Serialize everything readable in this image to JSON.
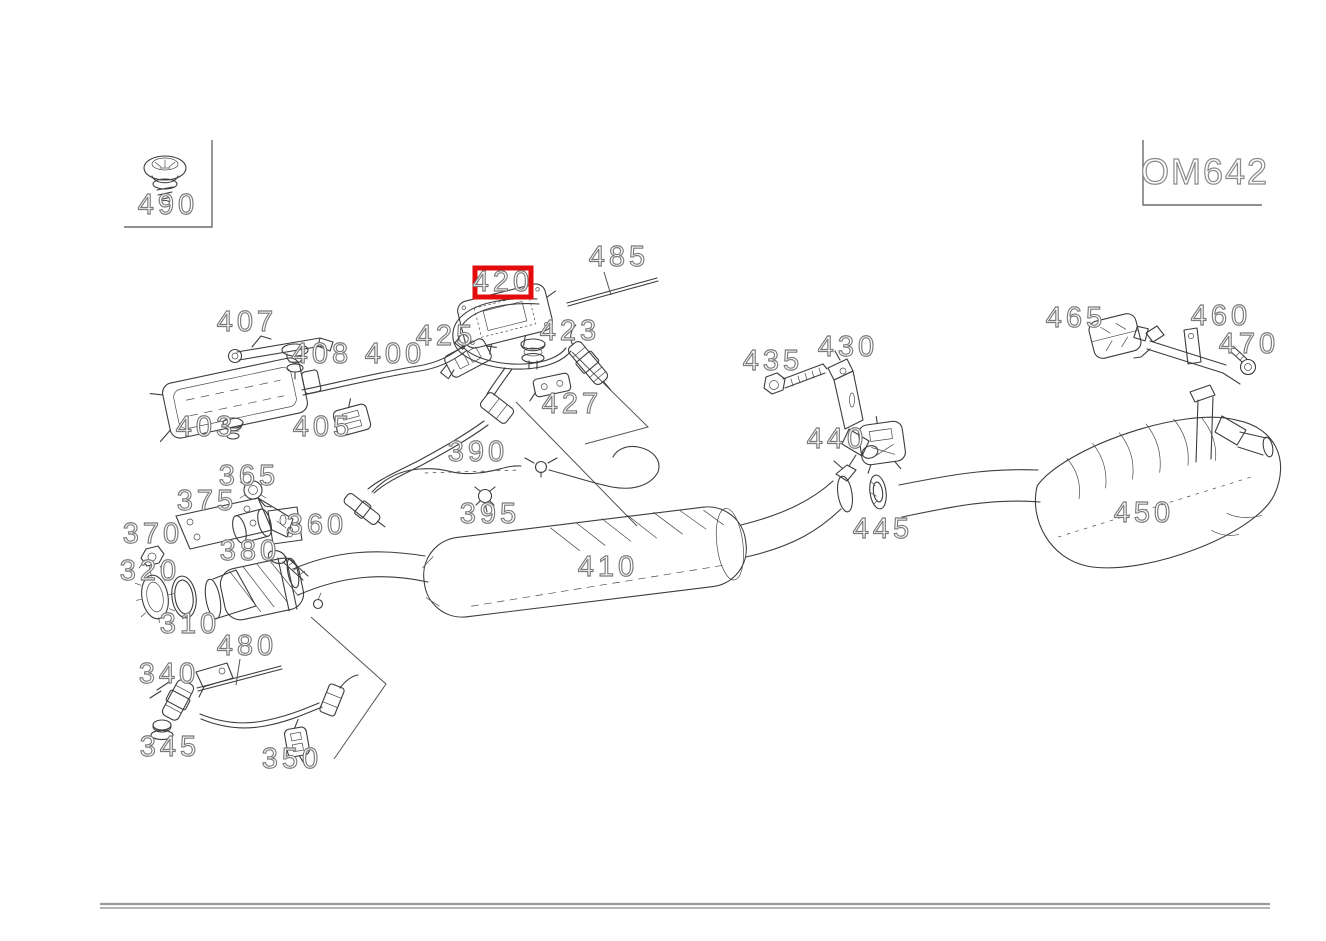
{
  "title_block": {
    "engine_code": "OM642"
  },
  "selection": {
    "selected_part": "420",
    "box_color": "#e30b0b"
  },
  "labels": {
    "p310": "310",
    "p320": "320",
    "p340": "340",
    "p345": "345",
    "p350": "350",
    "p360": "360",
    "p365": "365",
    "p370": "370",
    "p375": "375",
    "p380": "380",
    "p390": "390",
    "p395": "395",
    "p400": "400",
    "p403": "403",
    "p405": "405",
    "p407": "407",
    "p408": "408",
    "p410": "410",
    "p420": "420",
    "p423": "423",
    "p425": "425",
    "p427": "427",
    "p430": "430",
    "p435": "435",
    "p440": "440",
    "p445": "445",
    "p450": "450",
    "p460": "460",
    "p465": "465",
    "p470": "470",
    "p480": "480",
    "p485": "485",
    "p490": "490"
  },
  "colors": {
    "line": "#3d3d3d",
    "label_outline": "#7a7a7a",
    "rule": "#9a9a9a",
    "background": "#ffffff"
  }
}
